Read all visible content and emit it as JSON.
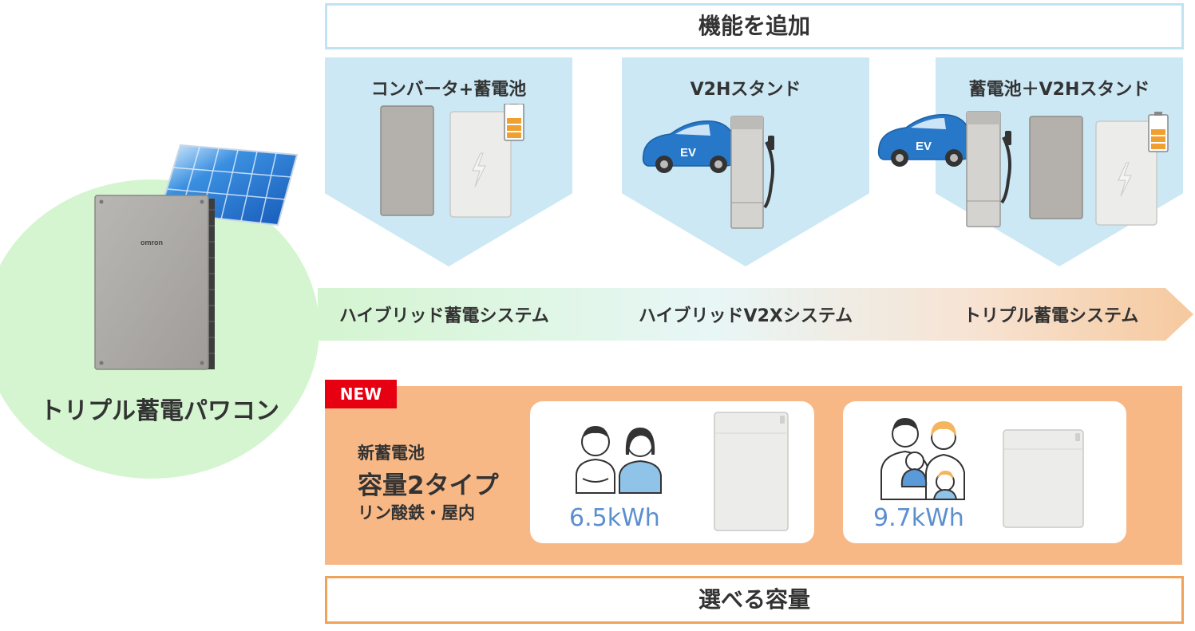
{
  "left": {
    "title": "トリプル蓄電パワコン",
    "brand": "omron"
  },
  "top_box": {
    "label": "機能を追加"
  },
  "panels": [
    {
      "label": "コンバータ+蓄電池"
    },
    {
      "label": "V2Hスタンド",
      "car_label": "EV"
    },
    {
      "label": "蓄電池＋V2Hスタンド",
      "car_label": "EV"
    }
  ],
  "systems": [
    "ハイブリッド蓄電システム",
    "ハイブリッドV2Xシステム",
    "トリプル蓄電システム"
  ],
  "new_section": {
    "badge": "NEW",
    "line1": "新蓄電池",
    "line2": "容量2タイプ",
    "line3": "リン酸鉄・屋内",
    "cards": [
      {
        "capacity": "6.5kWh"
      },
      {
        "capacity": "9.7kWh"
      }
    ]
  },
  "bottom_box": {
    "label": "選べる容量"
  },
  "colors": {
    "panel_blue": "#cbe8f4",
    "orange": "#f8b886",
    "new_red": "#e60012",
    "kwh_blue": "#5b8fcf",
    "circle_green": "#d4f5d0"
  }
}
